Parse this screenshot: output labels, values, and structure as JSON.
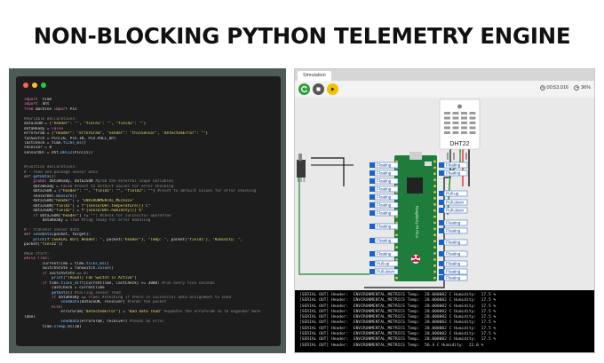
{
  "title": "NON-BLOCKING PYTHON TELEMETRY ENGINE",
  "editor": {
    "dot_colors": [
      "#ff5f57",
      "#febc2e",
      "#28c840"
    ],
    "lines": [
      [
        [
          "kw",
          "import"
        ],
        [
          "",
          "  time"
        ]
      ],
      [
        [
          "kw",
          "import"
        ],
        [
          "",
          "  dht"
        ]
      ],
      [
        [
          "kw",
          "from"
        ],
        [
          "",
          " machine "
        ],
        [
          "kw",
          "import"
        ],
        [
          "",
          " Pin"
        ]
      ],
      [
        [
          "",
          ""
        ]
      ],
      [
        [
          "cm",
          "#Variable declarations:"
        ]
      ],
      [
        [
          "",
          "dataJSON = {"
        ],
        [
          "st",
          "\"header\""
        ],
        [
          "",
          ": "
        ],
        [
          "st",
          "\"\""
        ],
        [
          "",
          ", "
        ],
        [
          "st",
          "\"field1\""
        ],
        [
          "",
          ": "
        ],
        [
          "st",
          "\"\""
        ],
        [
          "",
          ", "
        ],
        [
          "st",
          "\"field2\""
        ],
        [
          "",
          ": "
        ],
        [
          "st",
          "\"\""
        ],
        [
          "",
          "}"
        ]
      ],
      [
        [
          "",
          "dataReady = "
        ],
        [
          "kw",
          "False"
        ]
      ],
      [
        [
          "",
          "errorGram = {"
        ],
        [
          "st",
          "\"header\""
        ],
        [
          "",
          ": "
        ],
        [
          "st",
          "\"errorGram\""
        ],
        [
          "",
          ", "
        ],
        [
          "st",
          "\"sender\""
        ],
        [
          "",
          ": "
        ],
        [
          "st",
          "\"thisSensor\""
        ],
        [
          "",
          ", "
        ],
        [
          "st",
          "\"detectedError\""
        ],
        [
          "",
          ": "
        ],
        [
          "st",
          "\"\""
        ],
        [
          "",
          "}"
        ]
      ],
      [
        [
          "",
          "funSwitch = Pin(16, Pin.IN, Pin.PULL_UP)"
        ]
      ],
      [
        [
          "",
          "lastCheck = time."
        ],
        [
          "fn",
          "ticks_ms"
        ],
        [
          "",
          "()"
        ]
      ],
      [
        [
          "",
          "receiver = 0"
        ]
      ],
      [
        [
          "",
          "sensorDHT = dht."
        ],
        [
          "fn",
          "DHT22"
        ],
        [
          "",
          "(Pin(15))"
        ]
      ],
      [
        [
          "",
          ""
        ]
      ],
      [
        [
          "",
          ""
        ]
      ],
      [
        [
          "cm",
          "#Function declarations:"
        ]
      ],
      [
        [
          "cm",
          "# - read and package sensor data"
        ]
      ],
      [
        [
          "kw",
          "def"
        ],
        [
          "",
          " "
        ],
        [
          "fn",
          "getData"
        ],
        [
          "",
          "():"
        ]
      ],
      [
        [
          "",
          "    "
        ],
        [
          "kw",
          "global"
        ],
        [
          "",
          " dataReady, dataJSON "
        ],
        [
          "cm",
          "#grab the external scope variables"
        ]
      ],
      [
        [
          "",
          "    dataReady = "
        ],
        [
          "kw",
          "False"
        ],
        [
          "cm",
          " #reset to default values for error checking"
        ]
      ],
      [
        [
          "",
          "    dataJSON = {"
        ],
        [
          "st",
          "\"header\""
        ],
        [
          "",
          ": "
        ],
        [
          "st",
          "\"\""
        ],
        [
          "",
          ", "
        ],
        [
          "st",
          "\"field1\""
        ],
        [
          "",
          ": "
        ],
        [
          "st",
          "\"\""
        ],
        [
          "",
          ", "
        ],
        [
          "st",
          "\"field2\""
        ],
        [
          "",
          ": "
        ],
        [
          "st",
          "\"\""
        ],
        [
          "",
          "} "
        ],
        [
          "cm",
          "#reset to default values for error checking"
        ]
      ],
      [
        [
          "",
          "    sensorDHT."
        ],
        [
          "fn",
          "measure"
        ],
        [
          "",
          "()"
        ]
      ],
      [
        [
          "",
          "    dataJSON["
        ],
        [
          "st",
          "\"header\""
        ],
        [
          "",
          "] = "
        ],
        [
          "st",
          "\"ENVIRONMENTAL_METRICS\""
        ]
      ],
      [
        [
          "",
          "    dataJSON["
        ],
        [
          "st",
          "\"field1\""
        ],
        [
          "",
          "] = f"
        ],
        [
          "st",
          "\"{sensorDHT.temperature()} C\""
        ]
      ],
      [
        [
          "",
          "    dataJSON["
        ],
        [
          "st",
          "\"field2\""
        ],
        [
          "",
          "] = f"
        ],
        [
          "st",
          "\"{sensorDHT.humidity()} %\""
        ]
      ],
      [
        [
          "",
          "    "
        ],
        [
          "kw",
          "if"
        ],
        [
          "",
          " dataJSON["
        ],
        [
          "st",
          "\"header\""
        ],
        [
          "",
          "] != "
        ],
        [
          "st",
          "\"\""
        ],
        [
          "",
          ": "
        ],
        [
          "cm",
          "#check for successful operation"
        ]
      ],
      [
        [
          "",
          "        dataReady = "
        ],
        [
          "kw",
          "True"
        ],
        [
          "cm",
          " #flag ready for error handling"
        ]
      ],
      [
        [
          "",
          ""
        ]
      ],
      [
        [
          "cm",
          "# - transmit sensor data"
        ]
      ],
      [
        [
          "kw",
          "def"
        ],
        [
          "",
          " "
        ],
        [
          "fn",
          "sendData"
        ],
        [
          "",
          "(packet, target):"
        ]
      ],
      [
        [
          "",
          "    "
        ],
        [
          "fn",
          "print"
        ],
        [
          "",
          "(f"
        ],
        [
          "st",
          "\"[SERIAL OUT] Header: \""
        ],
        [
          "",
          ", packet["
        ],
        [
          "st",
          "\"header\""
        ],
        [
          "",
          "], "
        ],
        [
          "st",
          "\"Temp: \""
        ],
        [
          "",
          ", packet["
        ],
        [
          "st",
          "\"field1\""
        ],
        [
          "",
          "], "
        ],
        [
          "st",
          "\"Humidity: \""
        ],
        [
          "",
          ","
        ]
      ],
      [
        [
          "",
          "packet["
        ],
        [
          "st",
          "\"field2\""
        ],
        [
          "",
          "])"
        ]
      ],
      [
        [
          "",
          ""
        ]
      ],
      [
        [
          "cm",
          "#Run start:"
        ]
      ],
      [
        [
          "kw",
          "while"
        ],
        [
          "",
          " "
        ],
        [
          "kw",
          "True"
        ],
        [
          "",
          ":"
        ]
      ],
      [
        [
          "",
          "        currentTime = time."
        ],
        [
          "fn",
          "ticks_ms"
        ],
        [
          "",
          "()"
        ]
      ],
      [
        [
          "",
          "        switchState = funSwitch."
        ],
        [
          "fn",
          "value"
        ],
        [
          "",
          "()"
        ]
      ],
      [
        [
          "",
          "        "
        ],
        [
          "kw",
          "if"
        ],
        [
          "",
          " switchState == "
        ],
        [
          "kw",
          "0"
        ],
        [
          "",
          ":"
        ]
      ],
      [
        [
          "",
          "            "
        ],
        [
          "fn",
          "print"
        ],
        [
          "",
          "("
        ],
        [
          "st",
          "\"[ALERT] Fan Switch is Active\""
        ],
        [
          "",
          ")"
        ]
      ],
      [
        [
          "",
          "        "
        ],
        [
          "kw",
          "if"
        ],
        [
          "",
          " time."
        ],
        [
          "fn",
          "ticks_diff"
        ],
        [
          "",
          "(currentTime, lastCheck) >= 3000: "
        ],
        [
          "cm",
          "#run every five seconds"
        ]
      ],
      [
        [
          "",
          "            lastCheck = currentTime"
        ]
      ],
      [
        [
          "",
          "            "
        ],
        [
          "fn",
          "getData"
        ],
        [
          "",
          "() "
        ],
        [
          "cm",
          "#calling sensor read"
        ]
      ],
      [
        [
          "",
          "            "
        ],
        [
          "kw",
          "if"
        ],
        [
          "",
          " dataReady == "
        ],
        [
          "kw",
          "True"
        ],
        [
          "",
          ": "
        ],
        [
          "cm",
          "#checking if there is successful data assignment to send"
        ]
      ],
      [
        [
          "",
          "                "
        ],
        [
          "fn",
          "sendData"
        ],
        [
          "",
          "(dataJSON, receiver) "
        ],
        [
          "cm",
          "#sends the packet"
        ]
      ],
      [
        [
          "",
          "            "
        ],
        [
          "kw",
          "else"
        ],
        [
          "",
          ":"
        ]
      ],
      [
        [
          "",
          "                errorGram["
        ],
        [
          "st",
          "\"detectedError\""
        ],
        [
          "",
          "] = "
        ],
        [
          "st",
          "\"Bad data read\""
        ],
        [
          "cm",
          " #updates the errorGram so to engender more"
        ]
      ],
      [
        [
          "",
          "label"
        ]
      ],
      [
        [
          "",
          "                "
        ],
        [
          "fn",
          "sendData"
        ],
        [
          "",
          "(errorGram, receiver) "
        ],
        [
          "cm",
          "#sends an error"
        ]
      ],
      [
        [
          "",
          "        time."
        ],
        [
          "fn",
          "sleep_ms"
        ],
        [
          "",
          "(10)"
        ]
      ]
    ]
  },
  "simulation": {
    "tab_label": "Simulation",
    "timer": "00:53.016",
    "cpu": "36%",
    "sensor_label": "DHT22",
    "pin_left": [
      "Floating",
      "Floating",
      "Floating",
      "Floating",
      "Floating",
      "Floating",
      "Floating",
      "Floating",
      "Floating",
      "Floating",
      "Pull-up",
      "Pull-down"
    ],
    "pin_right": [
      "Floating",
      "Floating",
      "Pull-up",
      "Pull-down",
      "Pull-down",
      "Floating",
      "Floating",
      "Floating",
      "Floating",
      "Floating",
      "Floating",
      "Floating"
    ],
    "board_text": "Raspberry Pi Pico",
    "colors": {
      "run": "#2e9c3a",
      "stop": "#555555",
      "pause": "#f2c200",
      "board": "#1e7d3a",
      "pin_label": "#1b63c6"
    },
    "terminal": [
      "[SERIAL OUT] Header:  ENVIRONMENTAL_METRICS Temp:  28.000002 C Humidity:  17.5 %",
      "[SERIAL OUT] Header:  ENVIRONMENTAL_METRICS Temp:  28.000002 C Humidity:  17.5 %",
      "[SERIAL OUT] Header:  ENVIRONMENTAL_METRICS Temp:  28.000002 C Humidity:  17.5 %",
      "[SERIAL OUT] Header:  ENVIRONMENTAL_METRICS Temp:  28.000002 C Humidity:  17.5 %",
      "[SERIAL OUT] Header:  ENVIRONMENTAL_METRICS Temp:  28.000002 C Humidity:  17.5 %",
      "[SERIAL OUT] Header:  ENVIRONMENTAL_METRICS Temp:  28.000002 C Humidity:  17.5 %",
      "[SERIAL OUT] Header:  ENVIRONMENTAL_METRICS Temp:  28.000002 C Humidity:  17.5 %",
      "[SERIAL OUT] Header:  ENVIRONMENTAL_METRICS Temp:  28.000002 C Humidity:  17.5 %",
      "[SERIAL OUT] Header:  ENVIRONMENTAL_METRICS Temp:  28.000002 C Humidity:  17.5 %",
      "[SERIAL OUT] Header:  ENVIRONMENTAL_METRICS Temp:  56.4 C Humidity:  22.0 %"
    ]
  }
}
